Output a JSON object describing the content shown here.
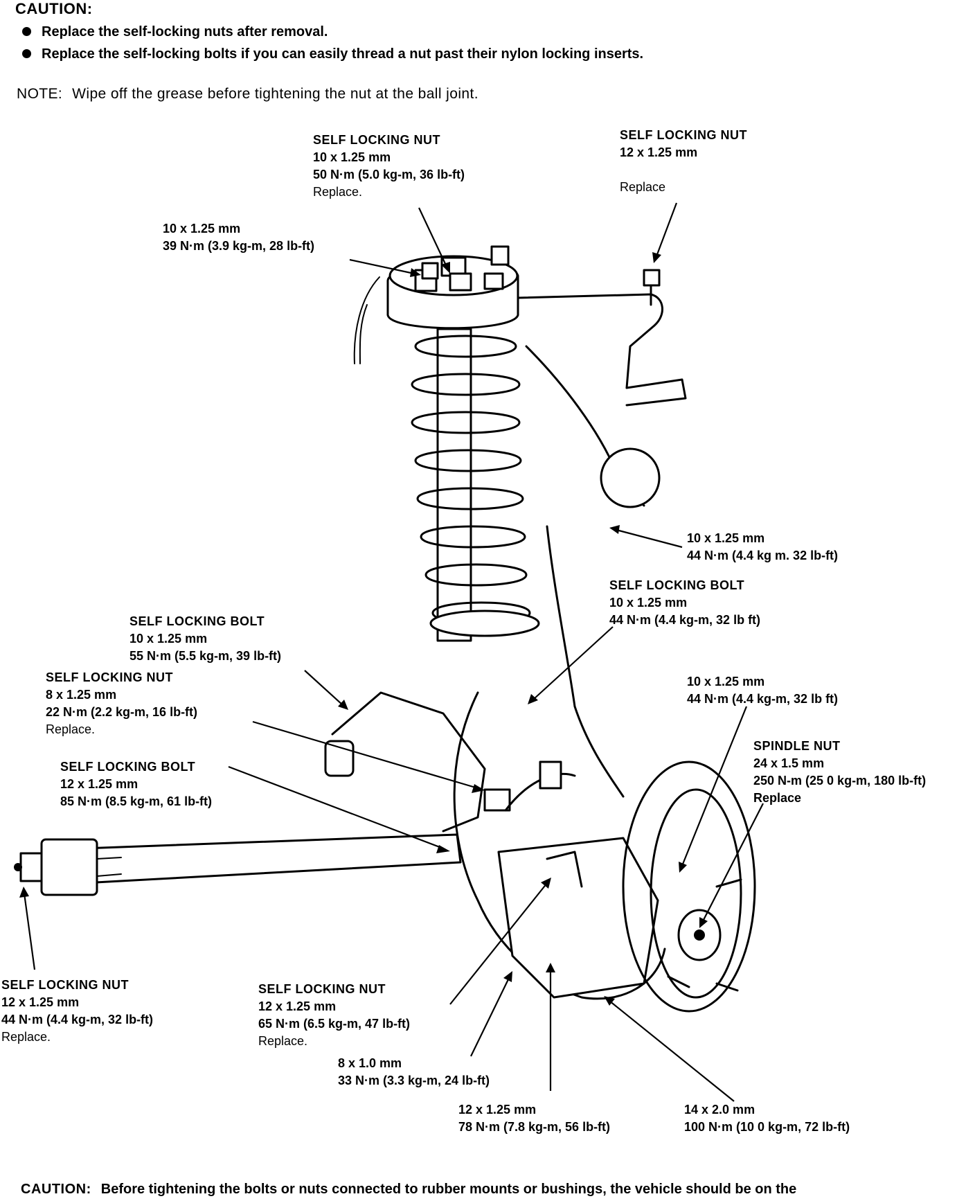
{
  "header": {
    "caution_title": "CAUTION:",
    "caution_items": [
      "Replace the self-locking nuts after removal.",
      "Replace the self-locking bolts if you can easily thread a nut past their nylon locking inserts."
    ],
    "note_label": "NOTE:",
    "note_text": "Wipe off the grease before tightening the nut at the ball joint."
  },
  "callouts": [
    {
      "id": "top-nut-10",
      "title": "SELF LOCKING NUT",
      "spec": "10 x 1.25 mm",
      "torque": "50 N·m (5.0 kg-m, 36 lb-ft)",
      "note": "Replace."
    },
    {
      "id": "top-nut-12",
      "title": "SELF LOCKING NUT",
      "spec": "12 x 1.25 mm",
      "torque": "",
      "note": "Replace"
    },
    {
      "id": "mount-bolt",
      "title": "",
      "spec": "10 x 1.25 mm",
      "torque": "39 N·m (3.9 kg-m, 28 lb-ft)",
      "note": ""
    },
    {
      "id": "upper-arm-bolt",
      "title": "",
      "spec": "10 x 1.25 mm",
      "torque": "44 N·m (4.4 kg m. 32 lb-ft)",
      "note": ""
    },
    {
      "id": "bolt-mid-right",
      "title": "SELF LOCKING BOLT",
      "spec": "10 x 1.25 mm",
      "torque": "44 N·m (4.4 kg-m, 32 lb ft)",
      "note": ""
    },
    {
      "id": "bolt-mid-left",
      "title": "SELF LOCKING BOLT",
      "spec": "10 x 1.25 mm",
      "torque": "55 N·m (5.5 kg-m, 39 lb-ft)",
      "note": ""
    },
    {
      "id": "nut-8",
      "title": "SELF LOCKING NUT",
      "spec": "8 x 1.25 mm",
      "torque": "22 N·m (2.2 kg-m, 16 lb-ft)",
      "note": "Replace."
    },
    {
      "id": "bolt-lower-left",
      "title": "SELF LOCKING BOLT",
      "spec": "12 x 1.25 mm",
      "torque": "85 N·m (8.5 kg-m, 61 lb-ft)",
      "note": ""
    },
    {
      "id": "caliper-bolt",
      "title": "",
      "spec": "10 x 1.25 mm",
      "torque": "44 N·m (4.4 kg-m, 32 lb ft)",
      "note": ""
    },
    {
      "id": "spindle-nut",
      "title": "SPINDLE NUT",
      "spec": "24 x 1.5 mm",
      "torque": "250 N-m (25 0 kg-m, 180 lb-ft)",
      "note": "Replace"
    },
    {
      "id": "radius-rod-nut",
      "title": "SELF LOCKING NUT",
      "spec": "12 x 1.25 mm",
      "torque": "44 N·m (4.4 kg-m, 32 lb-ft)",
      "note": "Replace."
    },
    {
      "id": "lower-nut-12",
      "title": "SELF LOCKING NUT",
      "spec": "12 x 1.25 mm",
      "torque": "65 N·m (6.5 kg-m, 47 lb-ft)",
      "note": "Replace."
    },
    {
      "id": "bolt-8x1",
      "title": "",
      "spec": "8 x 1.0 mm",
      "torque": "33 N·m (3.3 kg-m, 24 lb-ft)",
      "note": ""
    },
    {
      "id": "bolt-12-78",
      "title": "",
      "spec": "12 x 1.25 mm",
      "torque": "78 N·m (7.8 kg-m, 56 lb-ft)",
      "note": ""
    },
    {
      "id": "ball-joint-nut",
      "title": "",
      "spec": "14 x 2.0 mm",
      "torque": "100 N·m (10 0 kg-m, 72 lb-ft)",
      "note": ""
    }
  ],
  "footer": {
    "caution_label": "CAUTION:",
    "caution_text": "Before tightening the bolts or nuts connected to rubber mounts or bushings, the vehicle should be on the"
  }
}
